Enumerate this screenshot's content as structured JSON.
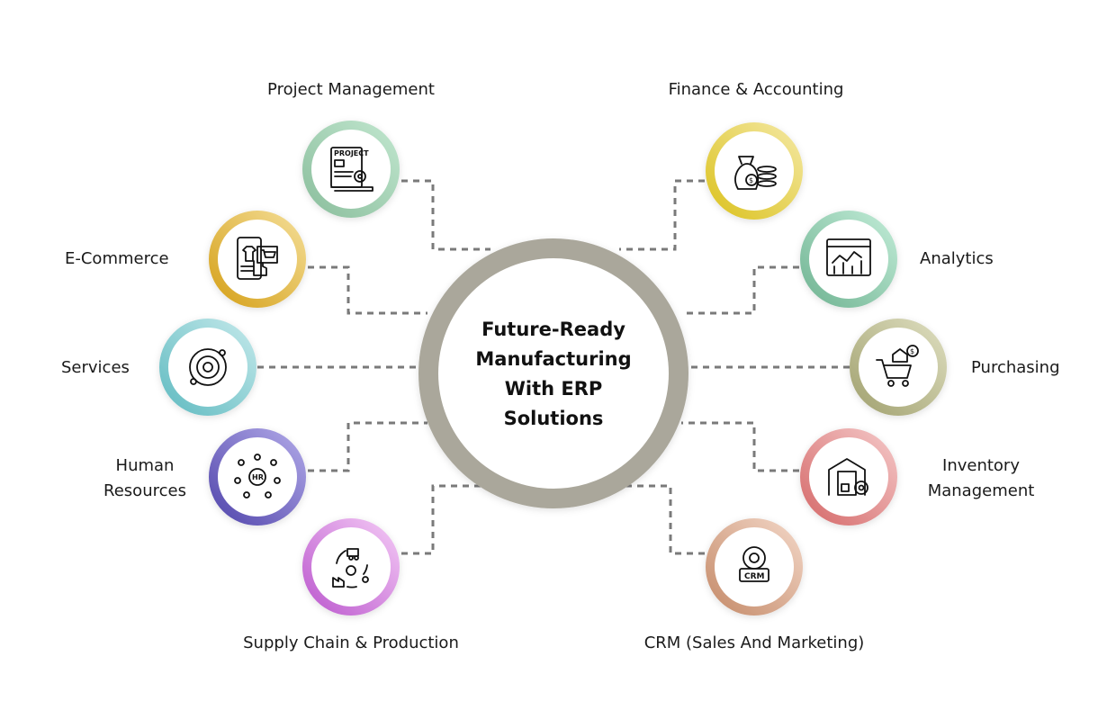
{
  "title": [
    "Future-Ready",
    "Manufacturing",
    "With ERP",
    "Solutions"
  ],
  "modules": {
    "project_management": {
      "label": "Project Management",
      "icon": "project-document-icon",
      "colors": [
        "#8cbf9e",
        "#bfe5cd"
      ]
    },
    "ecommerce": {
      "label": "E-Commerce",
      "icon": "mobile-shopping-icon",
      "colors": [
        "#d6a21c",
        "#f3dc94"
      ]
    },
    "services": {
      "label": "Services",
      "icon": "gear-cycle-icon",
      "colors": [
        "#63bcc2",
        "#c0e7e9"
      ]
    },
    "human_resources": {
      "label": [
        "Human",
        "Resources"
      ],
      "icon": "hr-network-icon",
      "colors": [
        "#5448ad",
        "#aea6e6"
      ]
    },
    "supply_chain": {
      "label": "Supply Chain & Production",
      "icon": "supply-cycle-icon",
      "colors": [
        "#bd5ccf",
        "#f2c6f4"
      ]
    },
    "finance": {
      "label": "Finance & Accounting",
      "icon": "money-bag-icon",
      "colors": [
        "#dcc322",
        "#f3e7a0"
      ]
    },
    "analytics": {
      "label": "Analytics",
      "icon": "analytics-chart-icon",
      "colors": [
        "#72b594",
        "#bfead5"
      ]
    },
    "purchasing": {
      "label": "Purchasing",
      "icon": "shopping-cart-icon",
      "colors": [
        "#a3a372",
        "#dcdcbd"
      ]
    },
    "inventory": {
      "label": [
        "Inventory",
        "Management"
      ],
      "icon": "warehouse-icon",
      "colors": [
        "#d66c6c",
        "#f3c5c5"
      ]
    },
    "crm": {
      "label": "CRM (Sales And Marketing)",
      "icon": "crm-gear-icon",
      "colors": [
        "#c68d6c",
        "#f1d4c4"
      ]
    }
  },
  "center_ring_color": "#aaa79b",
  "connector_color": "#7a7a7a"
}
